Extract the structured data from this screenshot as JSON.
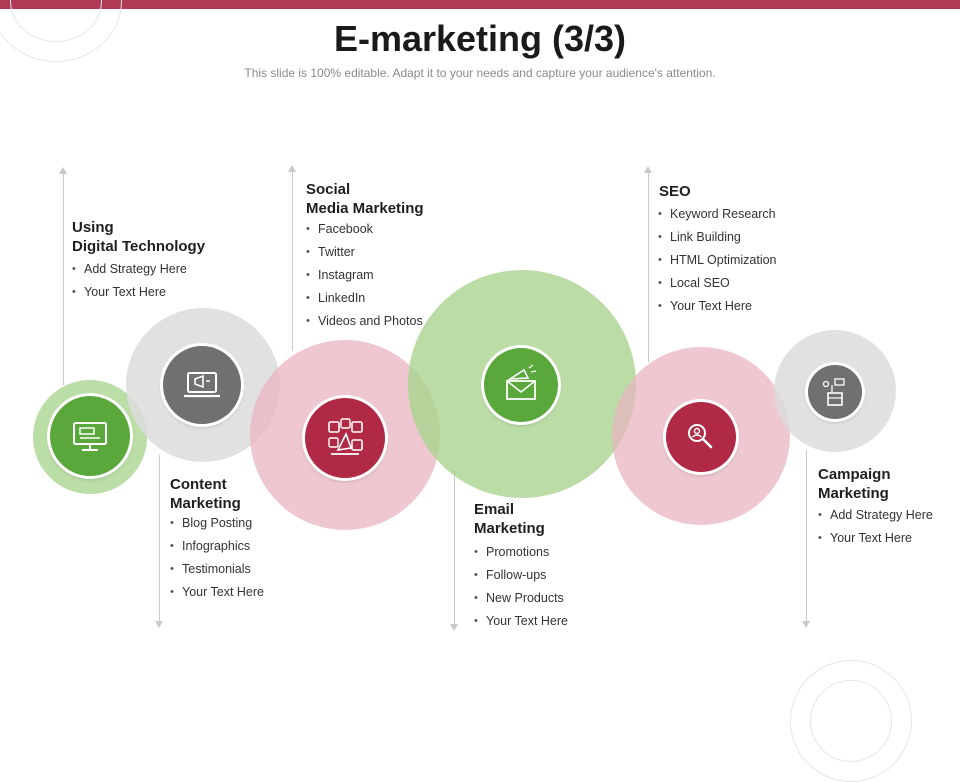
{
  "header": {
    "title": "E-marketing (3/3)",
    "subtitle": "This slide is 100% editable. Adapt it to your needs and capture your audience's attention."
  },
  "steps": [
    {
      "heading_line1": "Using",
      "heading_line2": "Digital Technology",
      "bullets": [
        "Add Strategy Here",
        "Your Text Here"
      ],
      "icon": "monitor-icon",
      "color": "#5aa83c"
    },
    {
      "heading_line1": "Content",
      "heading_line2": "Marketing",
      "bullets": [
        "Blog Posting",
        "Infographics",
        "Testimonials",
        "Your Text Here"
      ],
      "icon": "laptop-megaphone-icon",
      "color": "#707070"
    },
    {
      "heading_line1": "Social",
      "heading_line2": "Media Marketing",
      "bullets": [
        "Facebook",
        "Twitter",
        "Instagram",
        "LinkedIn",
        "Videos and Photos"
      ],
      "icon": "social-media-icon",
      "color": "#b02a45"
    },
    {
      "heading_line1": "Email",
      "heading_line2": "Marketing",
      "bullets": [
        "Promotions",
        "Follow-ups",
        "New Products",
        "Your Text Here"
      ],
      "icon": "email-megaphone-icon",
      "color": "#5aa83c"
    },
    {
      "heading_line1": "SEO",
      "heading_line2": "",
      "bullets": [
        "Keyword Research",
        "Link Building",
        "HTML Optimization",
        "Local SEO",
        "Your Text Here"
      ],
      "icon": "search-icon",
      "color": "#b02a45"
    },
    {
      "heading_line1": "Campaign",
      "heading_line2": "Marketing",
      "bullets": [
        "Add Strategy Here",
        "Your Text Here"
      ],
      "icon": "campaign-icon",
      "color": "#707070"
    }
  ],
  "colors": {
    "accent_bar": "#b03a54",
    "green_light": "#bfe0a8",
    "pink_light": "#f0c9d1",
    "gray_light": "#e3e3e3"
  }
}
